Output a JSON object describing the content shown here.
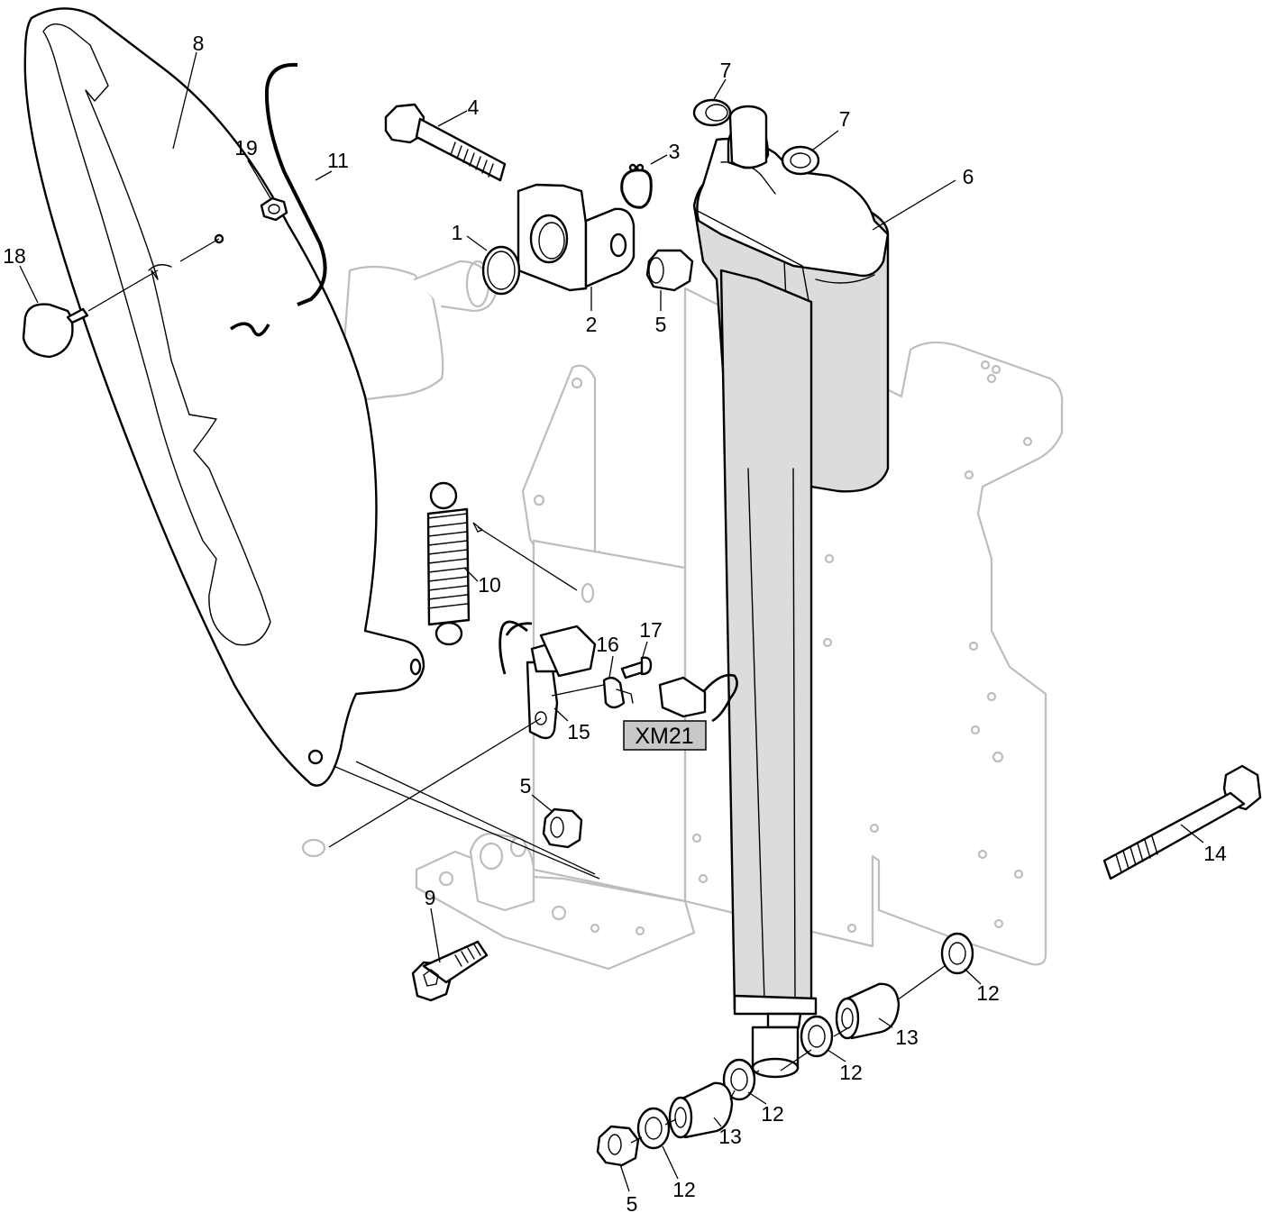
{
  "connector_tag": {
    "label": "XM21",
    "fill": "#c8c8c8"
  },
  "callouts": {
    "c1": "1",
    "c2": "2",
    "c3": "3",
    "c4": "4",
    "c5a": "5",
    "c5b": "5",
    "c5c": "5",
    "c6": "6",
    "c7a": "7",
    "c7b": "7",
    "c8": "8",
    "c9": "9",
    "c10": "10",
    "c11": "11",
    "c12a": "12",
    "c12b": "12",
    "c12c": "12",
    "c12d": "12",
    "c13a": "13",
    "c13b": "13",
    "c14": "14",
    "c15": "15",
    "c16": "16",
    "c17": "17",
    "c18": "18",
    "c19": "19"
  },
  "colors": {
    "line": "#000000",
    "ghost": "#bdbdbd",
    "actuator_fill": "#dcdcdc",
    "tag_fill": "#c8c8c8"
  }
}
